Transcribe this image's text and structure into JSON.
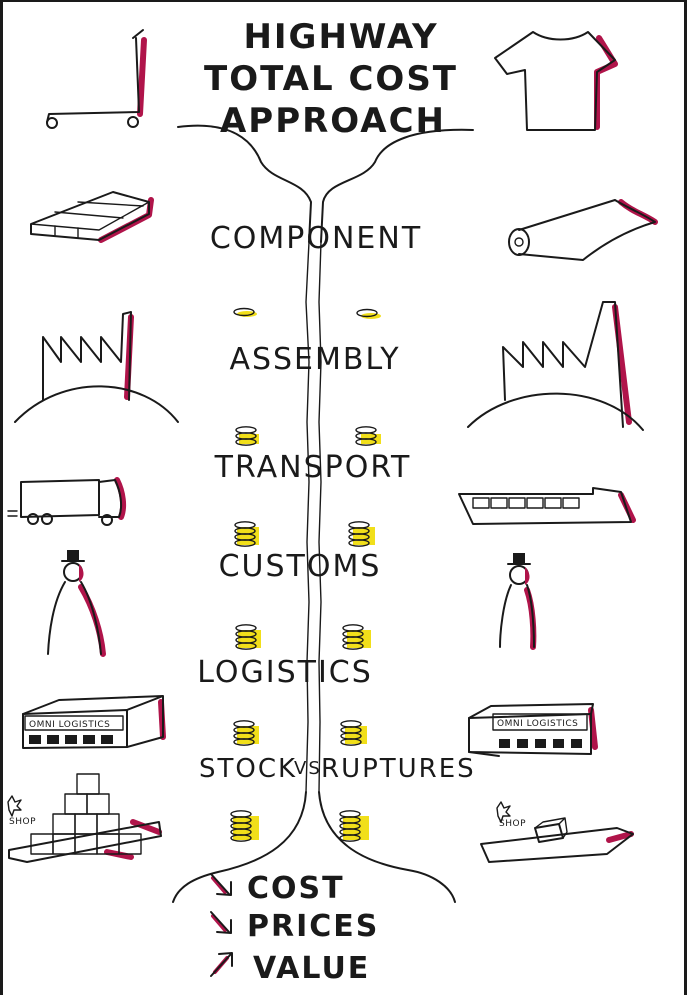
{
  "title": {
    "line1": "HIGHWAY",
    "line2": "TOTAL COST",
    "line3": "APPROACH"
  },
  "stages": [
    {
      "label": "COMPONENT",
      "left_icon": "steel-bars-icon",
      "right_icon": "fabric-roll-icon"
    },
    {
      "label": "ASSEMBLY",
      "left_icon": "factory-icon",
      "right_icon": "factory-icon"
    },
    {
      "label": "TRANSPORT",
      "left_icon": "truck-icon",
      "right_icon": "container-ship-icon"
    },
    {
      "label": "CUSTOMS",
      "left_icon": "customs-officer-icon",
      "right_icon": "customs-officer-icon"
    },
    {
      "label": "LOGISTICS",
      "left_icon": "warehouse-icon",
      "right_icon": "warehouse-icon"
    },
    {
      "label": "STOCK",
      "label2": "VS",
      "label3": "RUPTURES",
      "left_icon": "stacked-boxes-icon",
      "right_icon": "single-box-icon"
    }
  ],
  "warehouse_sign": "OMNI LOGISTICS",
  "shop_sign": "SHOP",
  "top_icons": {
    "left": "hand-trolley-icon",
    "right": "t-shirt-icon"
  },
  "outcomes": [
    {
      "label": "COST",
      "arrow": "down-arrow-icon"
    },
    {
      "label": "PRICES",
      "arrow": "down-arrow-icon"
    },
    {
      "label": "VALUE",
      "arrow": "up-arrow-icon"
    }
  ],
  "colors": {
    "ink": "#1a1a1a",
    "accent": "#b0144a",
    "coin": "#f1df1a"
  }
}
